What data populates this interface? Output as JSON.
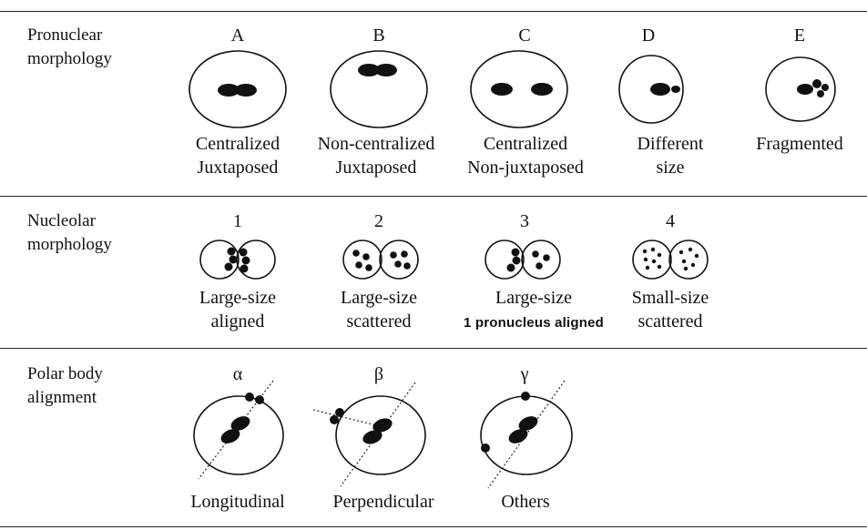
{
  "rows": {
    "pronuclear": {
      "label_line1": "Pronuclear",
      "label_line2": "morphology",
      "items": [
        {
          "key": "A",
          "line1": "Centralized",
          "line2": "Juxtaposed"
        },
        {
          "key": "B",
          "line1": "Non-centralized",
          "line2": "Juxtaposed"
        },
        {
          "key": "C",
          "line1": "Centralized",
          "line2": "Non-juxtaposed"
        },
        {
          "key": "D",
          "line1": "Different",
          "line2": "size"
        },
        {
          "key": "E",
          "line1": "Fragmented",
          "line2": ""
        }
      ]
    },
    "nucleolar": {
      "label_line1": "Nucleolar",
      "label_line2": "morphology",
      "items": [
        {
          "key": "1",
          "line1": "Large-size",
          "line2": "aligned"
        },
        {
          "key": "2",
          "line1": "Large-size",
          "line2": "scattered"
        },
        {
          "key": "3",
          "line1": "Large-size",
          "line2": "1 pronucleus aligned"
        },
        {
          "key": "4",
          "line1": "Small-size",
          "line2": "scattered"
        }
      ]
    },
    "polar": {
      "label_line1": "Polar body",
      "label_line2": "alignment",
      "items": [
        {
          "key": "α",
          "line1": "Longitudinal"
        },
        {
          "key": "β",
          "line1": "Perpendicular"
        },
        {
          "key": "γ",
          "line1": "Others"
        }
      ]
    }
  }
}
